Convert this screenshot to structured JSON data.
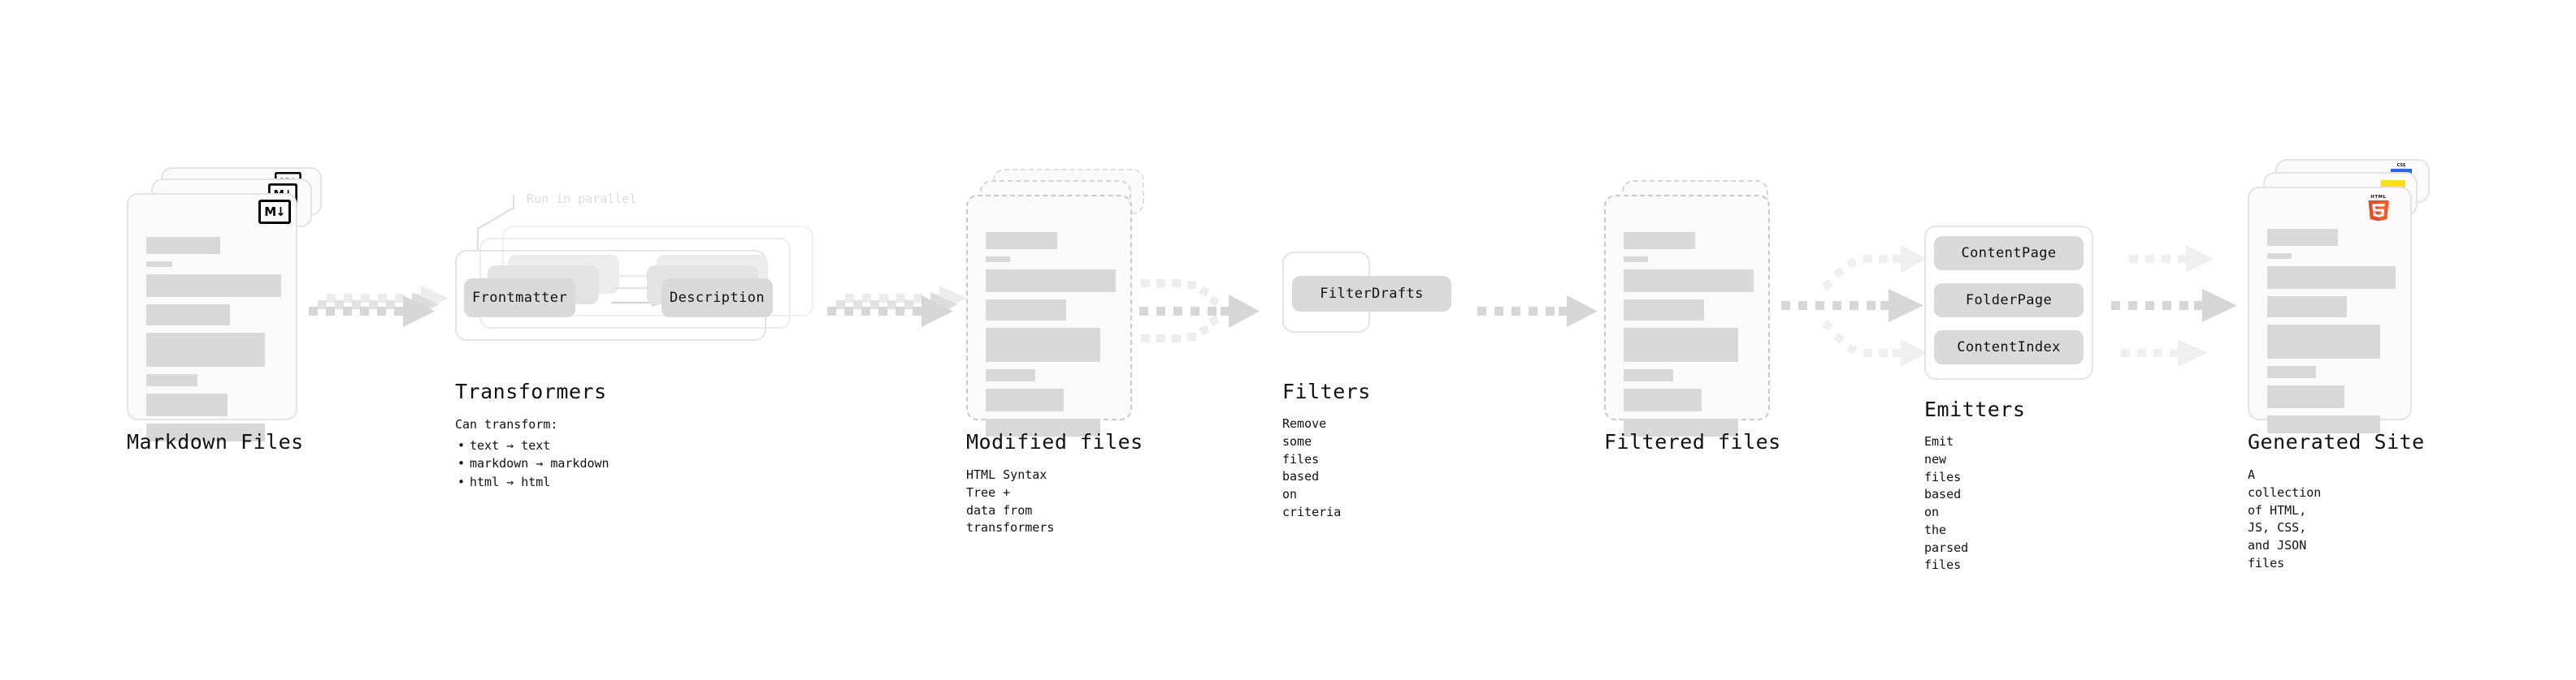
{
  "diagram": {
    "title_font_size": 25,
    "accent_colors": {
      "html5_orange": "#e44d26",
      "html5_orange_light": "#f16529",
      "css_blue": "#2965f1",
      "js_yellow": "#f7df1e",
      "bar_gray": "#d8d8d8",
      "chip_gray": "#d9d9d9",
      "arrow_gray": "#d6d6d6",
      "card_border": "#e3e3e3",
      "dashed_border": "#c9c9c9",
      "hint_gray": "#dcdcdc"
    },
    "stages": [
      {
        "id": "markdown-files",
        "title": "Markdown Files",
        "subtitle": "",
        "badge": "markdown-icon",
        "badge_label": "M↓",
        "card_style": "solid",
        "stacked": 3
      },
      {
        "id": "transformers",
        "title": "Transformers",
        "hint": "Run in parallel",
        "bullets_lead": "Can transform:",
        "bullets": [
          "text → text",
          "markdown → markdown",
          "html → html"
        ],
        "chips": [
          "Frontmatter",
          "Description"
        ],
        "stacked": 3
      },
      {
        "id": "modified-files",
        "title": "Modified files",
        "subtitle": "HTML Syntax Tree +\ndata from transformers",
        "card_style": "dashed",
        "stacked": 2
      },
      {
        "id": "filters",
        "title": "Filters",
        "subtitle": "Remove some files based\non criteria",
        "chips": [
          "FilterDrafts"
        ]
      },
      {
        "id": "filtered-files",
        "title": "Filtered files",
        "subtitle": "",
        "card_style": "dashed",
        "stacked": 2
      },
      {
        "id": "emitters",
        "title": "Emitters",
        "subtitle": "Emit new files based on\nthe parsed files",
        "chips": [
          "ContentPage",
          "FolderPage",
          "ContentIndex"
        ]
      },
      {
        "id": "generated-site",
        "title": "Generated Site",
        "subtitle": "A collection of HTML,\nJS, CSS, and JSON files",
        "badges": [
          "html5-icon",
          "js-icon",
          "css-icon"
        ],
        "badge_label_html5_top": "HTML",
        "badge_label_html5_num": "5",
        "badge_label_css": "CSS",
        "card_style": "solid",
        "stacked": 3
      }
    ],
    "connectors": [
      {
        "id": "md-to-transformers",
        "kind": "dotted-arrow-stacked"
      },
      {
        "id": "transformers-to-modified",
        "kind": "dotted-arrow-stacked"
      },
      {
        "id": "modified-to-filters",
        "kind": "dotted-arrow-merge"
      },
      {
        "id": "filters-to-filtered",
        "kind": "dotted-arrow-single"
      },
      {
        "id": "filtered-to-emitters",
        "kind": "dotted-arrow-fanout"
      },
      {
        "id": "emitters-to-site",
        "kind": "dotted-arrow-triple"
      }
    ]
  }
}
